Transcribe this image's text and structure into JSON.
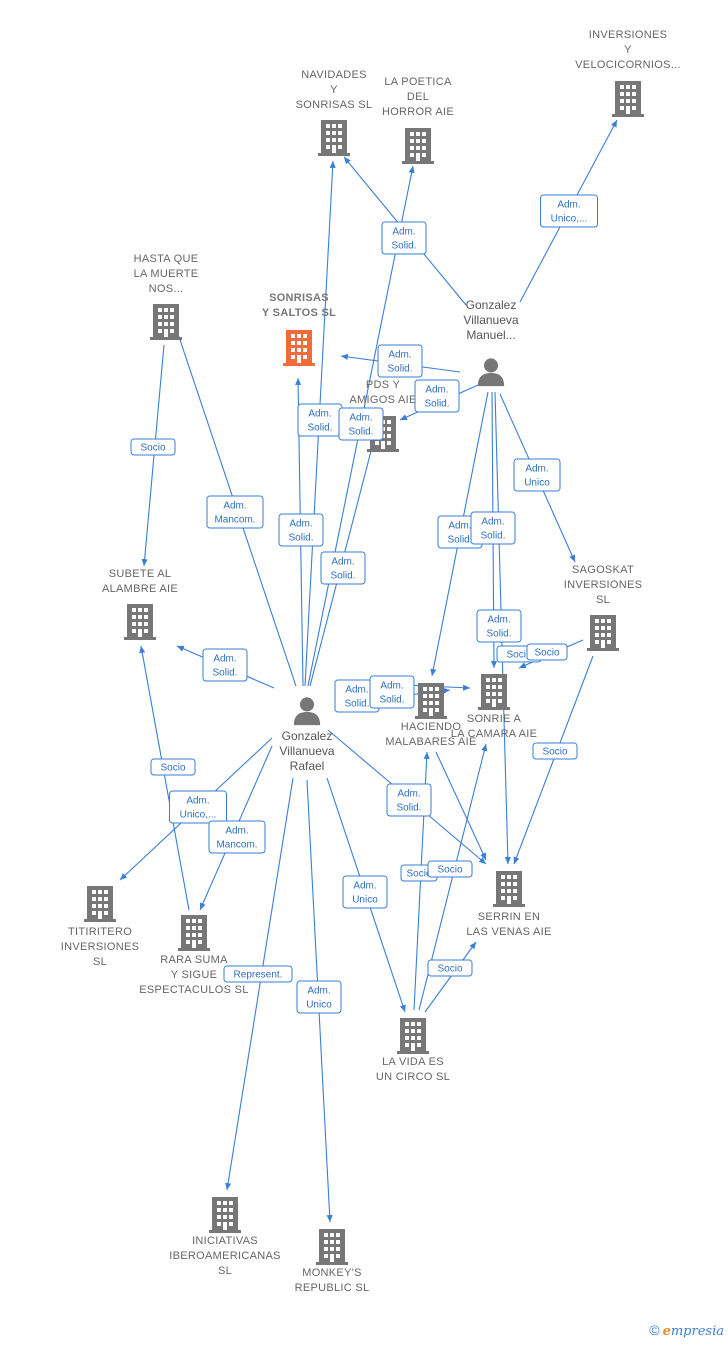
{
  "colors": {
    "edge": "#3a7fd5",
    "building": "#777777",
    "building_main": "#f26b3a",
    "person": "#777777",
    "tag_text": "#2f6fc2"
  },
  "nodes": [
    {
      "id": "navidades",
      "kind": "company",
      "lines": [
        "NAVIDADES",
        "Y",
        "SONRISAS  SL"
      ],
      "icon": "building-icon"
    },
    {
      "id": "poetica",
      "kind": "company",
      "lines": [
        "LA POETICA",
        "DEL",
        "HORROR AIE"
      ],
      "icon": "building-icon"
    },
    {
      "id": "velocicornios",
      "kind": "company",
      "lines": [
        "INVERSIONES",
        "Y",
        "VELOCICORNIOS..."
      ],
      "icon": "building-icon"
    },
    {
      "id": "hasta",
      "kind": "company",
      "lines": [
        "HASTA QUE",
        "LA MUERTE",
        "NOS..."
      ],
      "icon": "building-icon"
    },
    {
      "id": "sonrisas",
      "kind": "company",
      "main": true,
      "lines": [
        "SONRISAS",
        "Y SALTOS  SL"
      ],
      "icon": "building-icon"
    },
    {
      "id": "pds",
      "kind": "company",
      "lines": [
        "PDS Y",
        "AMIGOS AIE"
      ],
      "icon": "building-icon"
    },
    {
      "id": "manuel",
      "kind": "person",
      "lines": [
        "Gonzalez",
        "Villanueva",
        "Manuel..."
      ],
      "icon": "person-icon"
    },
    {
      "id": "subete",
      "kind": "company",
      "lines": [
        "SUBETE AL",
        "ALAMBRE AIE"
      ],
      "icon": "building-icon"
    },
    {
      "id": "sagoskat",
      "kind": "company",
      "lines": [
        "SAGOSKAT",
        "INVERSIONES",
        "SL"
      ],
      "icon": "building-icon"
    },
    {
      "id": "rafael",
      "kind": "person",
      "lines": [
        "Gonzalez",
        "Villanueva",
        "Rafael"
      ],
      "icon": "person-icon"
    },
    {
      "id": "haciendo",
      "kind": "company",
      "lines": [
        "HACIENDO",
        "MALABARES AIE"
      ],
      "icon": "building-icon"
    },
    {
      "id": "sonrie",
      "kind": "company",
      "lines": [
        "SONRIE A",
        "LA CAMARA AIE"
      ],
      "icon": "building-icon"
    },
    {
      "id": "titiritero",
      "kind": "company",
      "lines": [
        "TITIRITERO",
        "INVERSIONES",
        "SL"
      ],
      "icon": "building-icon"
    },
    {
      "id": "rarasuma",
      "kind": "company",
      "lines": [
        "RARA SUMA",
        "Y SIGUE",
        "ESPECTACULOS SL"
      ],
      "icon": "building-icon"
    },
    {
      "id": "serrin",
      "kind": "company",
      "lines": [
        "SERRIN EN",
        "LAS VENAS AIE"
      ],
      "icon": "building-icon"
    },
    {
      "id": "lavida",
      "kind": "company",
      "lines": [
        "LA VIDA ES",
        "UN CIRCO  SL"
      ],
      "icon": "building-icon"
    },
    {
      "id": "iniciativas",
      "kind": "company",
      "lines": [
        "INICIATIVAS",
        "IBEROAMERICANAS",
        "SL"
      ],
      "icon": "building-icon"
    },
    {
      "id": "monkeys",
      "kind": "company",
      "lines": [
        "MONKEY'S",
        "REPUBLIC  SL"
      ],
      "icon": "building-icon"
    }
  ],
  "edges": [
    {
      "from": "manuel",
      "to": "velocicornios"
    },
    {
      "from": "manuel",
      "to": "navidades"
    },
    {
      "from": "manuel",
      "to": "sonrisas"
    },
    {
      "from": "manuel",
      "to": "pds"
    },
    {
      "from": "manuel",
      "to": "sagoskat"
    },
    {
      "from": "manuel",
      "to": "haciendo"
    },
    {
      "from": "manuel",
      "to": "sonrie"
    },
    {
      "from": "manuel",
      "to": "serrin"
    },
    {
      "from": "rafael",
      "to": "navidades"
    },
    {
      "from": "rafael",
      "to": "poetica"
    },
    {
      "from": "rafael",
      "to": "sonrisas"
    },
    {
      "from": "rafael",
      "to": "pds"
    },
    {
      "from": "rafael",
      "to": "hasta"
    },
    {
      "from": "rafael",
      "to": "subete"
    },
    {
      "from": "rafael",
      "to": "haciendo"
    },
    {
      "from": "rafael",
      "to": "titiritero"
    },
    {
      "from": "rafael",
      "to": "rarasuma"
    },
    {
      "from": "rafael",
      "to": "serrin"
    },
    {
      "from": "rafael",
      "to": "lavida"
    },
    {
      "from": "rafael",
      "to": "iniciativas"
    },
    {
      "from": "rafael",
      "to": "monkeys"
    },
    {
      "from": "hasta",
      "to": "subete"
    },
    {
      "from": "rarasuma",
      "to": "subete"
    },
    {
      "from": "sagoskat",
      "to": "serrin"
    },
    {
      "from": "sagoskat",
      "to": "sonrie"
    },
    {
      "from": "lavida",
      "to": "haciendo"
    },
    {
      "from": "lavida",
      "to": "sonrie"
    },
    {
      "from": "lavida",
      "to": "serrin"
    },
    {
      "from": "haciendo",
      "to": "serrin"
    },
    {
      "from": "rafael",
      "to": "sonrie"
    }
  ],
  "tags": [
    {
      "lines": [
        "Adm.",
        "Unico,..."
      ]
    },
    {
      "lines": [
        "Adm.",
        "Solid."
      ]
    },
    {
      "lines": [
        "Adm.",
        "Solid."
      ]
    },
    {
      "lines": [
        "Adm.",
        "Solid."
      ]
    },
    {
      "lines": [
        "Adm.",
        "Solid."
      ]
    },
    {
      "lines": [
        "Adm.",
        "Solid."
      ]
    },
    {
      "lines": [
        "Adm.",
        "Solid."
      ]
    },
    {
      "lines": [
        "Adm.",
        "Solid."
      ]
    },
    {
      "lines": [
        "Adm.",
        "Unico"
      ]
    },
    {
      "lines": [
        "Adm.",
        "Solid."
      ]
    },
    {
      "lines": [
        "Adm.",
        "Solid."
      ]
    },
    {
      "lines": [
        "Adm.",
        "Solid."
      ]
    },
    {
      "lines": [
        "Adm.",
        "Solid."
      ]
    },
    {
      "lines": [
        "Adm.",
        "Solid."
      ]
    },
    {
      "lines": [
        "Socio"
      ]
    },
    {
      "lines": [
        "Adm.",
        "Mancom."
      ]
    },
    {
      "lines": [
        "Adm.",
        "Solid."
      ]
    },
    {
      "lines": [
        "Socio"
      ]
    },
    {
      "lines": [
        "Adm.",
        "Unico,..."
      ]
    },
    {
      "lines": [
        "Adm.",
        "Mancom."
      ]
    },
    {
      "lines": [
        "Socio"
      ]
    },
    {
      "lines": [
        "Socio"
      ]
    },
    {
      "lines": [
        "Socio"
      ]
    },
    {
      "lines": [
        "Adm.",
        "Solid."
      ]
    },
    {
      "lines": [
        "Adm.",
        "Unico"
      ]
    },
    {
      "lines": [
        "Socio"
      ]
    },
    {
      "lines": [
        "Socio"
      ]
    },
    {
      "lines": [
        "Socio"
      ]
    },
    {
      "lines": [
        "Represent."
      ]
    },
    {
      "lines": [
        "Adm.",
        "Unico"
      ]
    }
  ],
  "footer": {
    "copyright": "©",
    "brand_first": "e",
    "brand_rest": "mpresia"
  }
}
